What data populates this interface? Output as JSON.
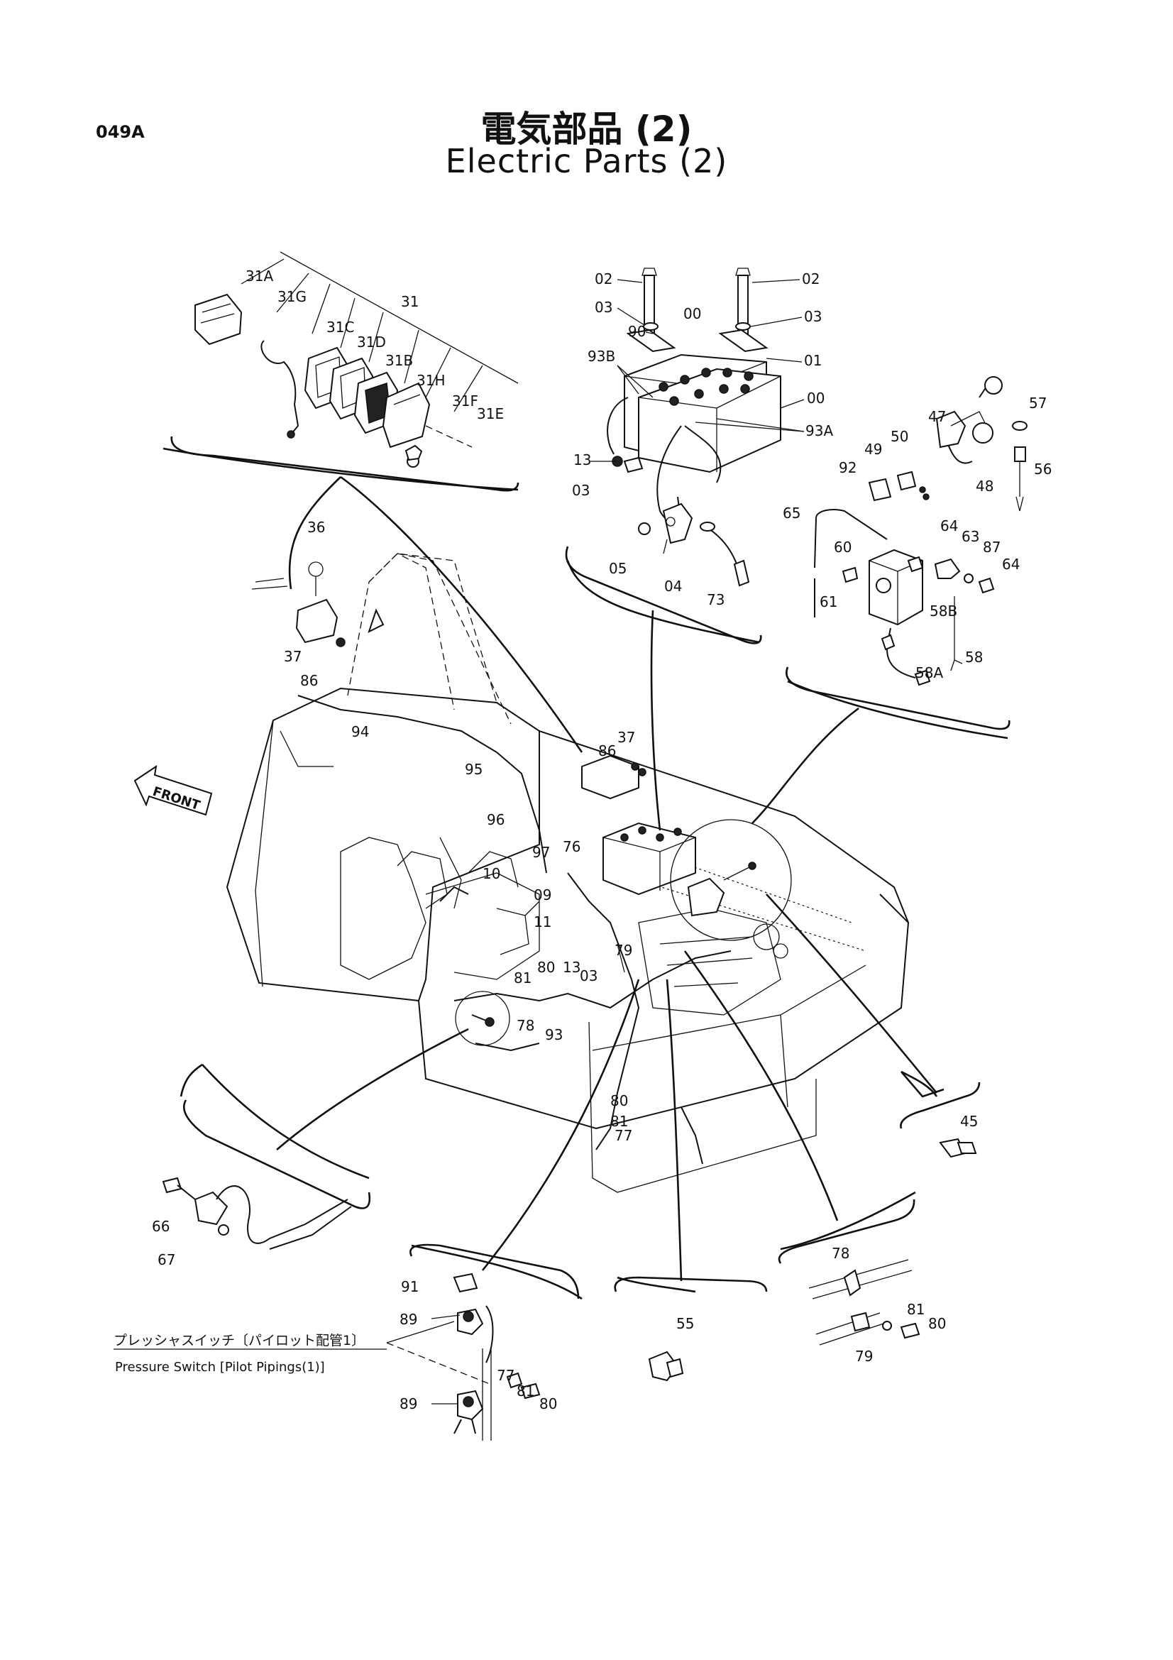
{
  "page_code": "049A",
  "title_ja": "電気部品 (2)",
  "title_en": "Electric Parts (2)",
  "front_label": "FRONT",
  "note_ja": "プレッシャスイッチ〔パイロット配管1〕",
  "note_en": "Pressure Switch [Pilot Pipings(1)]",
  "callouts": {
    "c31A": "31A",
    "c31G": "31G",
    "c31": "31",
    "c31C": "31C",
    "c31D": "31D",
    "c31B": "31B",
    "c31H": "31H",
    "c31F": "31F",
    "c31E": "31E",
    "c02a": "02",
    "c02b": "02",
    "c03a": "03",
    "c03b": "03",
    "c90": "90",
    "c00a": "00",
    "c93B": "93B",
    "c01": "01",
    "c00b": "00",
    "c93A": "93A",
    "c13a": "13",
    "c03c": "03",
    "c05": "05",
    "c04": "04",
    "c73": "73",
    "c47": "47",
    "c57": "57",
    "c50": "50",
    "c49": "49",
    "c92": "92",
    "c48": "48",
    "c56": "56",
    "c65": "65",
    "c64a": "64",
    "c63": "63",
    "c87": "87",
    "c60": "60",
    "c64b": "64",
    "c61": "61",
    "c58B": "58B",
    "c58": "58",
    "c58A": "58A",
    "c36": "36",
    "c37a": "37",
    "c86a": "86",
    "c94": "94",
    "c95": "95",
    "c37b": "37",
    "c86b": "86",
    "c96": "96",
    "c97": "97",
    "c76": "76",
    "c10": "10",
    "c09": "09",
    "c11": "11",
    "c79a": "79",
    "c81a": "81",
    "c80a": "80",
    "c13b": "13",
    "c03d": "03",
    "c78a": "78",
    "c93": "93",
    "c80b": "80",
    "c81b": "81",
    "c77a": "77",
    "c45": "45",
    "c66": "66",
    "c67": "67",
    "c91": "91",
    "c89a": "89",
    "c77b": "77",
    "c81c": "81",
    "c80c": "80",
    "c89b": "89",
    "c55": "55",
    "c78b": "78",
    "c81d": "81",
    "c80d": "80",
    "c79b": "79"
  }
}
